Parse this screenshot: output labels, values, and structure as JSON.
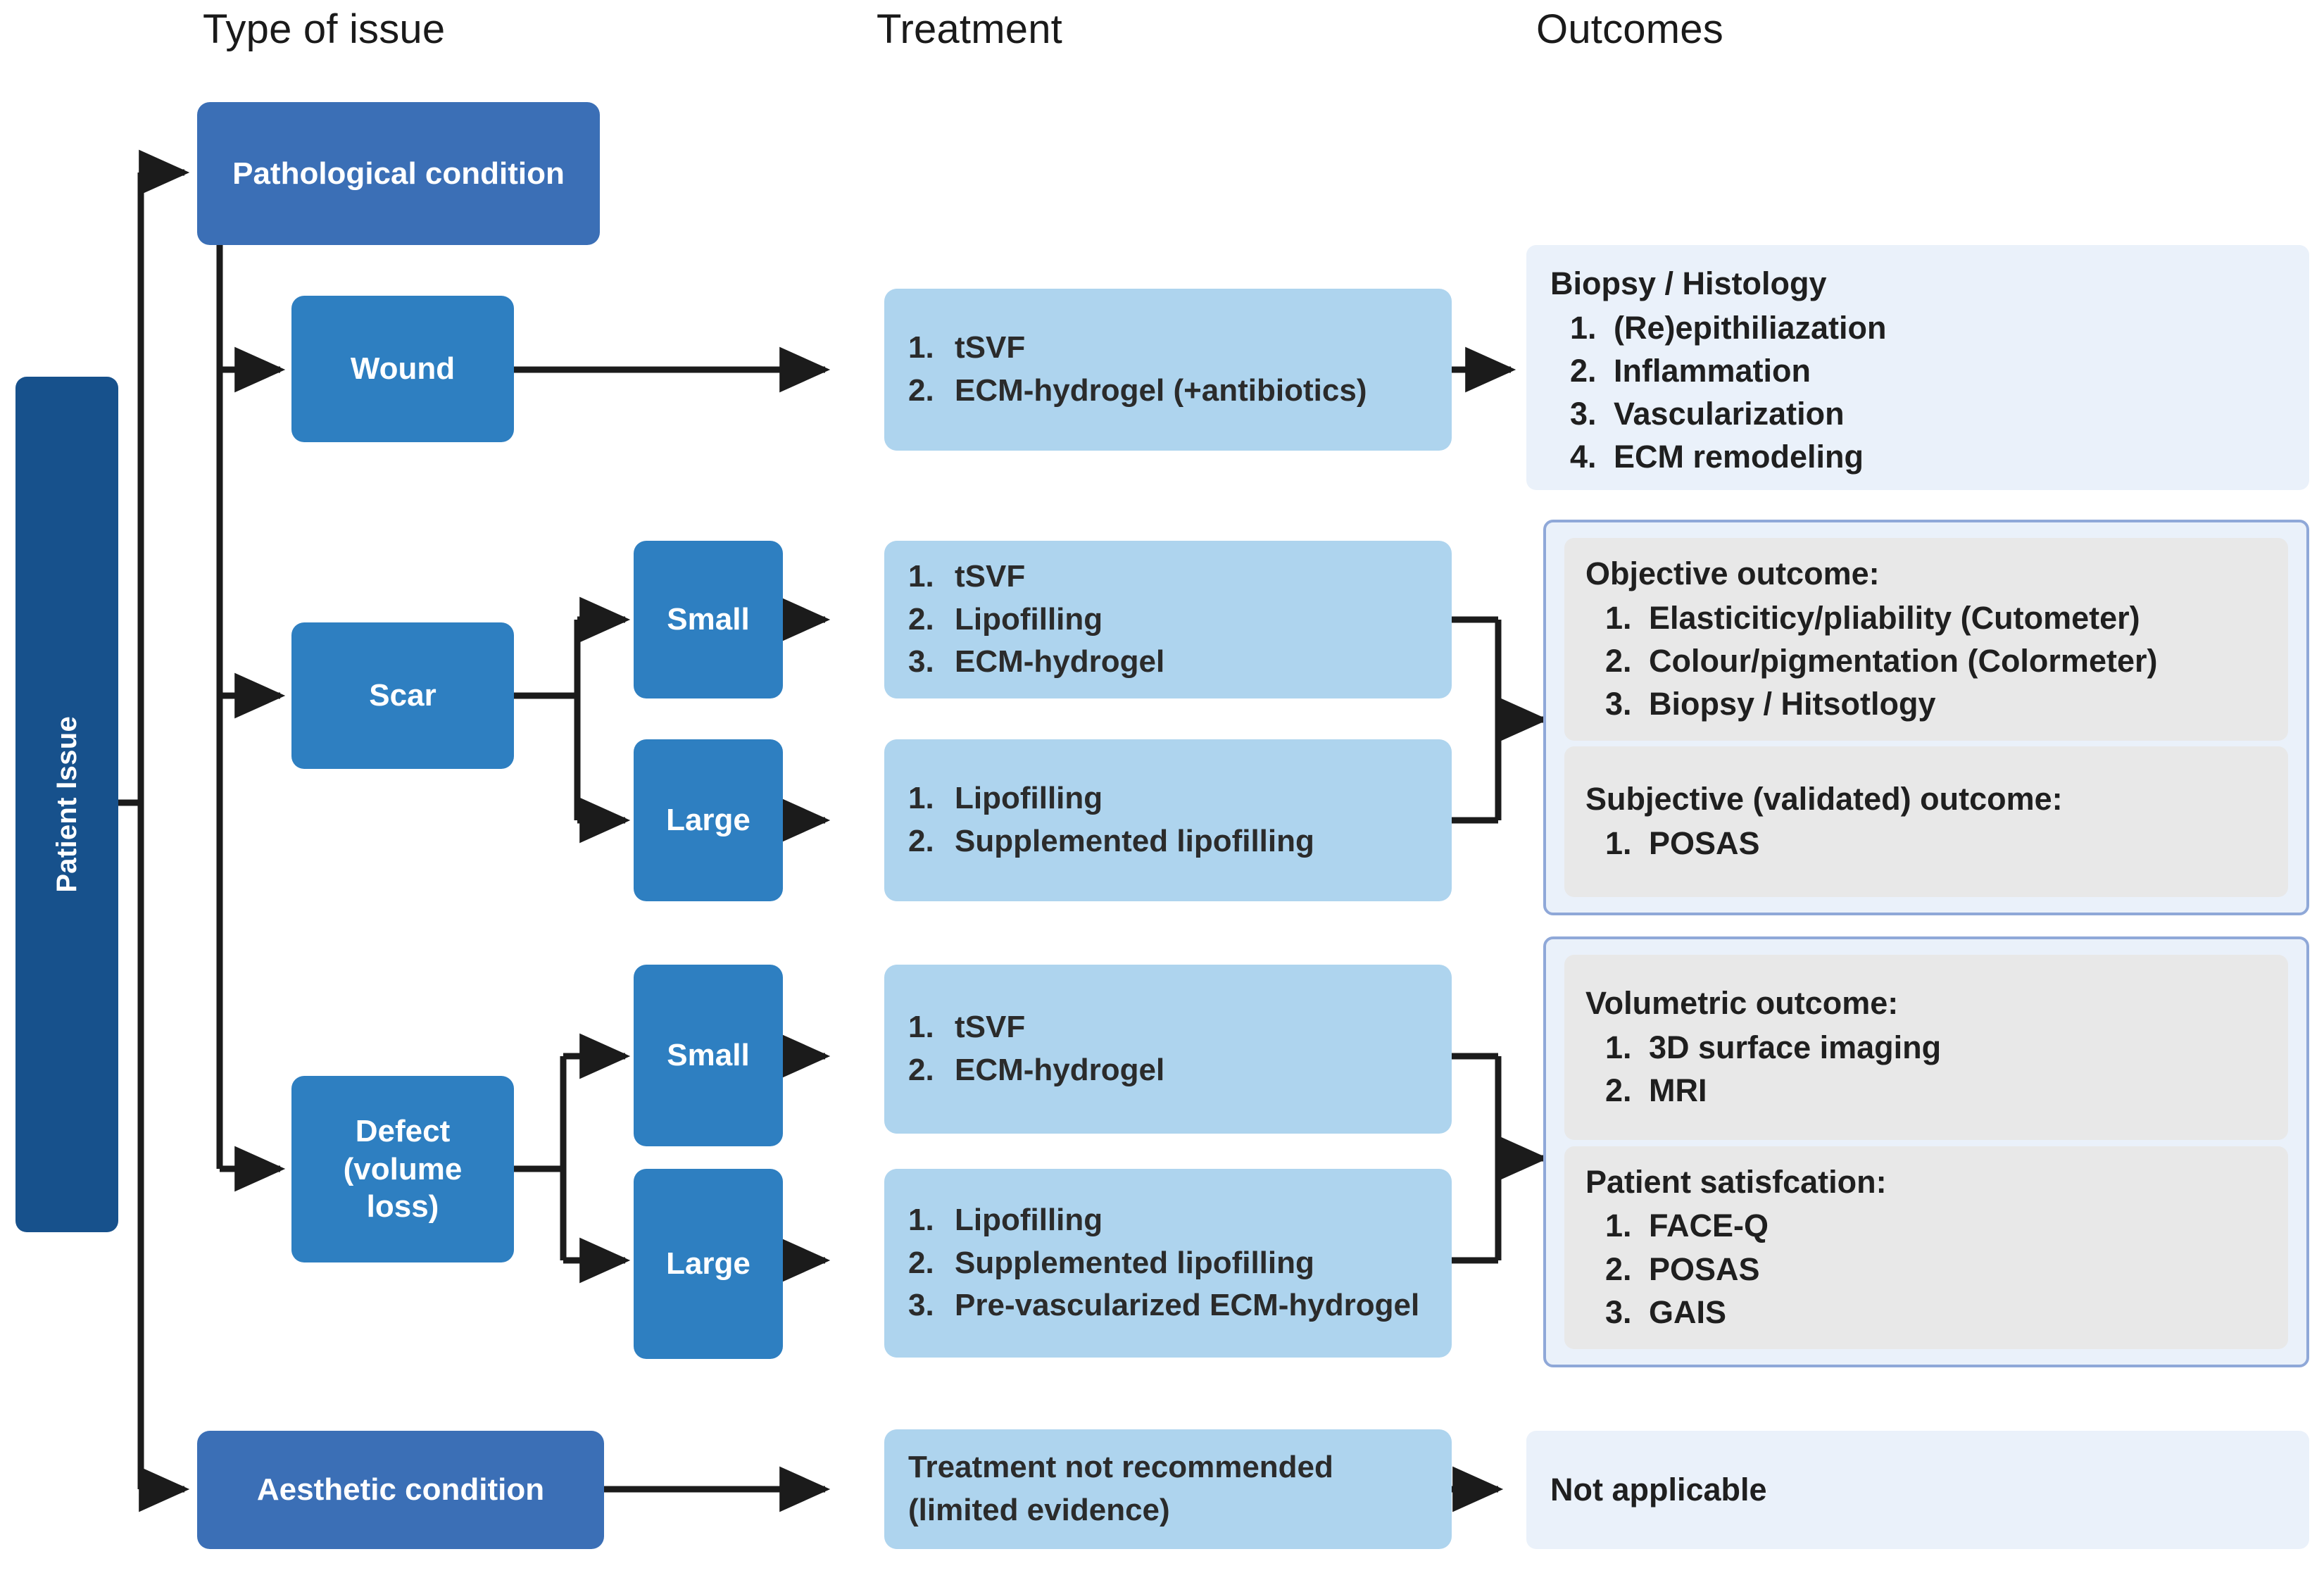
{
  "headers": [
    {
      "label": "Type of issue"
    },
    {
      "label": "Treatment"
    },
    {
      "label": "Outcomes"
    }
  ],
  "root": {
    "label": "Patient Issue"
  },
  "branches": {
    "pathological": "Pathological condition",
    "aesthetic": "Aesthetic condition"
  },
  "issues": {
    "wound": "Wound",
    "scar": "Scar",
    "defect": "Defect (volume loss)",
    "defect_line1": "Defect",
    "defect_line2": "(volume",
    "defect_line3": "loss)"
  },
  "sizes": {
    "scar_small": "Small",
    "scar_large": "Large",
    "defect_small": "Small",
    "defect_large": "Large"
  },
  "treatments": {
    "wound": {
      "items": [
        {
          "num": "1.",
          "text": "tSVF"
        },
        {
          "num": "2.",
          "text": "ECM-hydrogel (+antibiotics)"
        }
      ]
    },
    "scar_small": {
      "items": [
        {
          "num": "1.",
          "text": "tSVF"
        },
        {
          "num": "2.",
          "text": "Lipofilling"
        },
        {
          "num": "3.",
          "text": "ECM-hydrogel"
        }
      ]
    },
    "scar_large": {
      "items": [
        {
          "num": "1.",
          "text": "Lipofilling"
        },
        {
          "num": "2.",
          "text": "Supplemented lipofilling"
        }
      ]
    },
    "defect_small": {
      "items": [
        {
          "num": "1.",
          "text": "tSVF"
        },
        {
          "num": "2.",
          "text": "ECM-hydrogel"
        }
      ]
    },
    "defect_large": {
      "items": [
        {
          "num": "1.",
          "text": "Lipofilling"
        },
        {
          "num": "2.",
          "text": "Supplemented lipofilling"
        },
        {
          "num": "3.",
          "text": "Pre-vascularized ECM-hydrogel"
        }
      ]
    },
    "aesthetic": {
      "text": "Treatment not recommended (limited evidence)"
    }
  },
  "outcomes": {
    "wound": {
      "title": "Biopsy / Histology",
      "items": [
        {
          "num": "1.",
          "text": "(Re)epithiliazation"
        },
        {
          "num": "2.",
          "text": "Inflammation"
        },
        {
          "num": "3.",
          "text": "Vascularization"
        },
        {
          "num": "4.",
          "text": "ECM remodeling"
        }
      ]
    },
    "scar": {
      "panels": [
        {
          "title": "Objective outcome:",
          "items": [
            {
              "num": "1.",
              "text": "Elasticiticy/pliability (Cutometer)"
            },
            {
              "num": "2.",
              "text": "Colour/pigmentation (Colormeter)"
            },
            {
              "num": "3.",
              "text": "Biopsy / Hitsotlogy"
            }
          ]
        },
        {
          "title": "Subjective (validated) outcome:",
          "items": [
            {
              "num": "1.",
              "text": "POSAS"
            }
          ]
        }
      ]
    },
    "defect": {
      "panels": [
        {
          "title": "Volumetric outcome:",
          "items": [
            {
              "num": "1.",
              "text": "3D surface imaging"
            },
            {
              "num": "2.",
              "text": "MRI"
            }
          ]
        },
        {
          "title": "Patient satisfcation:",
          "items": [
            {
              "num": "1.",
              "text": "FACE-Q"
            },
            {
              "num": "2.",
              "text": "POSAS"
            },
            {
              "num": "3.",
              "text": "GAIS"
            }
          ]
        }
      ]
    },
    "aesthetic": {
      "text": "Not applicable"
    }
  },
  "colors": {
    "root_box": "#17518C",
    "branch_box": "#3B6FB6",
    "issue_box": "#2E7FC1",
    "treatment_box": "#AED4EE",
    "outcome_box": "#EAF1FA",
    "outcome_panel": "#E8E8E8",
    "outcome_border": "#8FA8D8",
    "connector": "#1B1B1B"
  }
}
